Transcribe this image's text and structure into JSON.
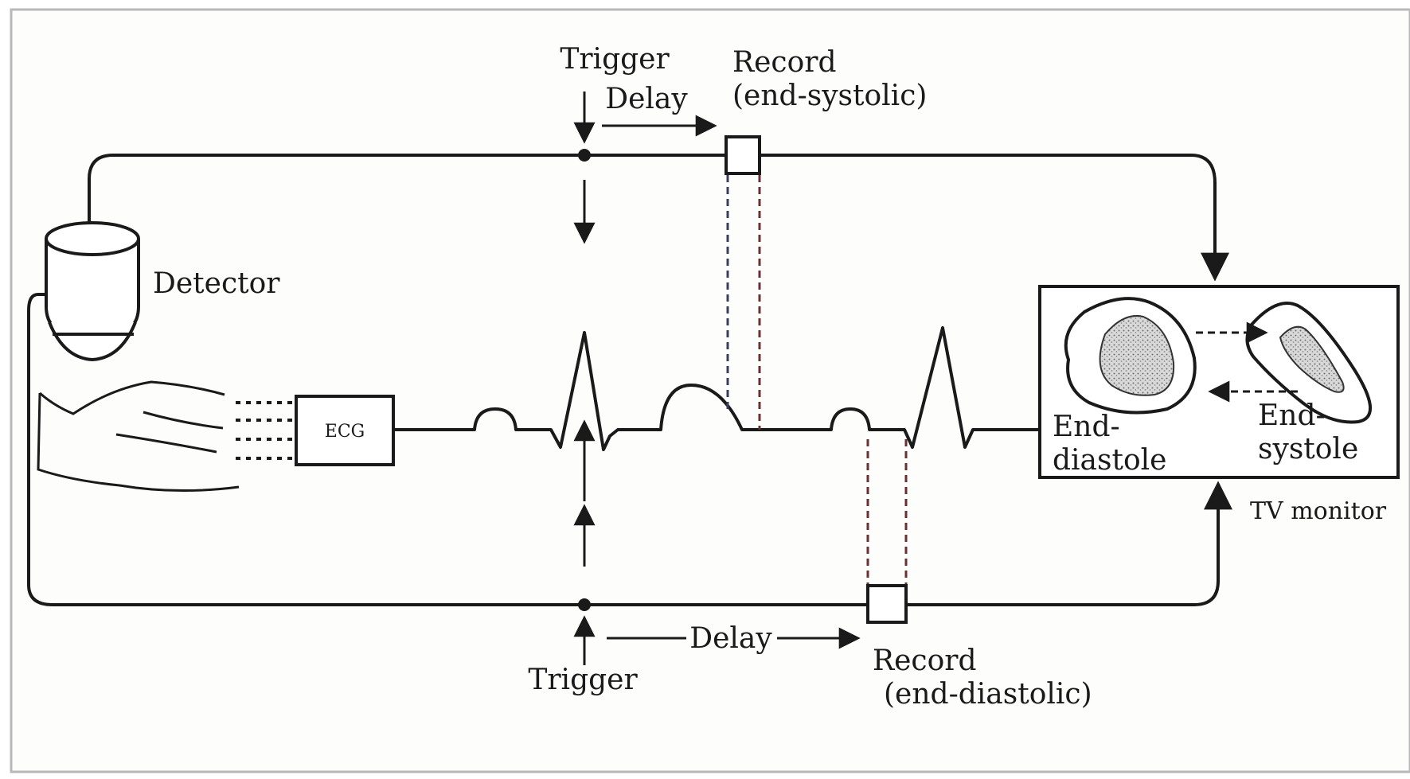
{
  "labels": {
    "trigger_top": "Trigger",
    "delay_top": "Delay",
    "record_top_line1": "Record",
    "record_top_line2": "(end-systolic)",
    "detector": "Detector",
    "ecg_box": "ECG",
    "end_diastole_line1": "End-",
    "end_diastole_line2": "diastole",
    "end_systole_line1": "End-",
    "end_systole_line2": "systole",
    "tv_monitor": "TV monitor",
    "trigger_bottom": "Trigger",
    "delay_bottom": "Delay",
    "record_bottom_line1": "Record",
    "record_bottom_line2": "(end-diastolic)"
  },
  "colors": {
    "ink": "#1a1a1a",
    "background": "#ffffff",
    "frame": "#f6f6f4",
    "dash_dark": "#3b3f5c",
    "dash_red": "#6b3030",
    "stipple": "#8a8a8a"
  }
}
